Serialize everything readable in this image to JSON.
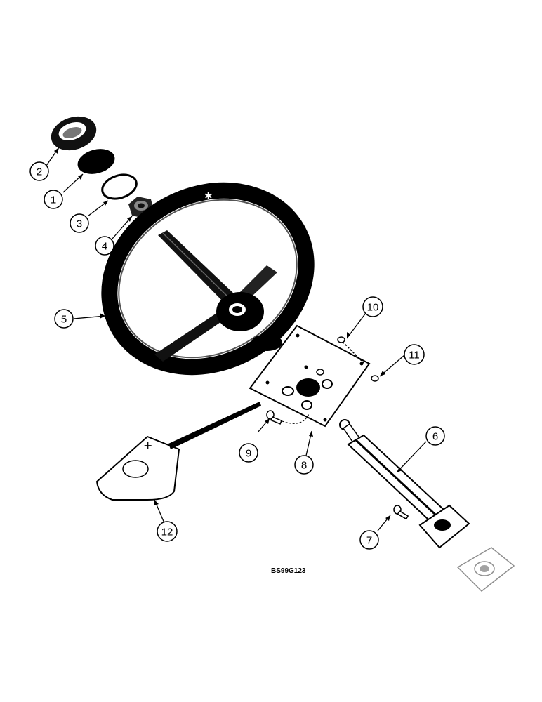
{
  "figure_code": "BS99G123",
  "callouts": [
    {
      "id": "callout-1",
      "label": "1"
    },
    {
      "id": "callout-2",
      "label": "2"
    },
    {
      "id": "callout-3",
      "label": "3"
    },
    {
      "id": "callout-4",
      "label": "4"
    },
    {
      "id": "callout-5",
      "label": "5"
    },
    {
      "id": "callout-6",
      "label": "6"
    },
    {
      "id": "callout-7",
      "label": "7"
    },
    {
      "id": "callout-8",
      "label": "8"
    },
    {
      "id": "callout-9",
      "label": "9"
    },
    {
      "id": "callout-10",
      "label": "10"
    },
    {
      "id": "callout-11",
      "label": "11"
    },
    {
      "id": "callout-12",
      "label": "12"
    }
  ]
}
